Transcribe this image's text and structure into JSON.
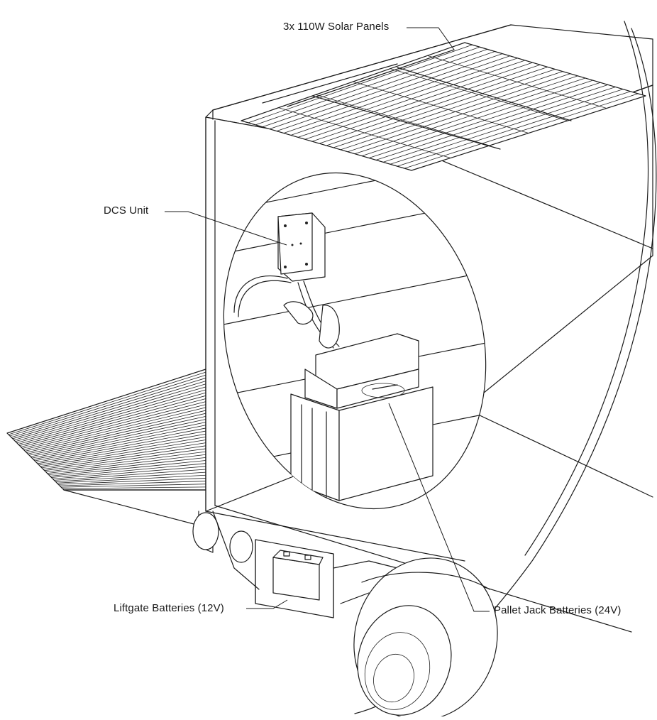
{
  "callouts": {
    "solar_panels": "3x 110W Solar Panels",
    "dcs_unit": "DCS Unit",
    "liftgate_batteries": "Liftgate Batteries (12V)",
    "pallet_jack_batteries": "Pallet Jack Batteries (24V)"
  },
  "colors": {
    "line": "#1b1b1b",
    "background": "#ffffff"
  }
}
